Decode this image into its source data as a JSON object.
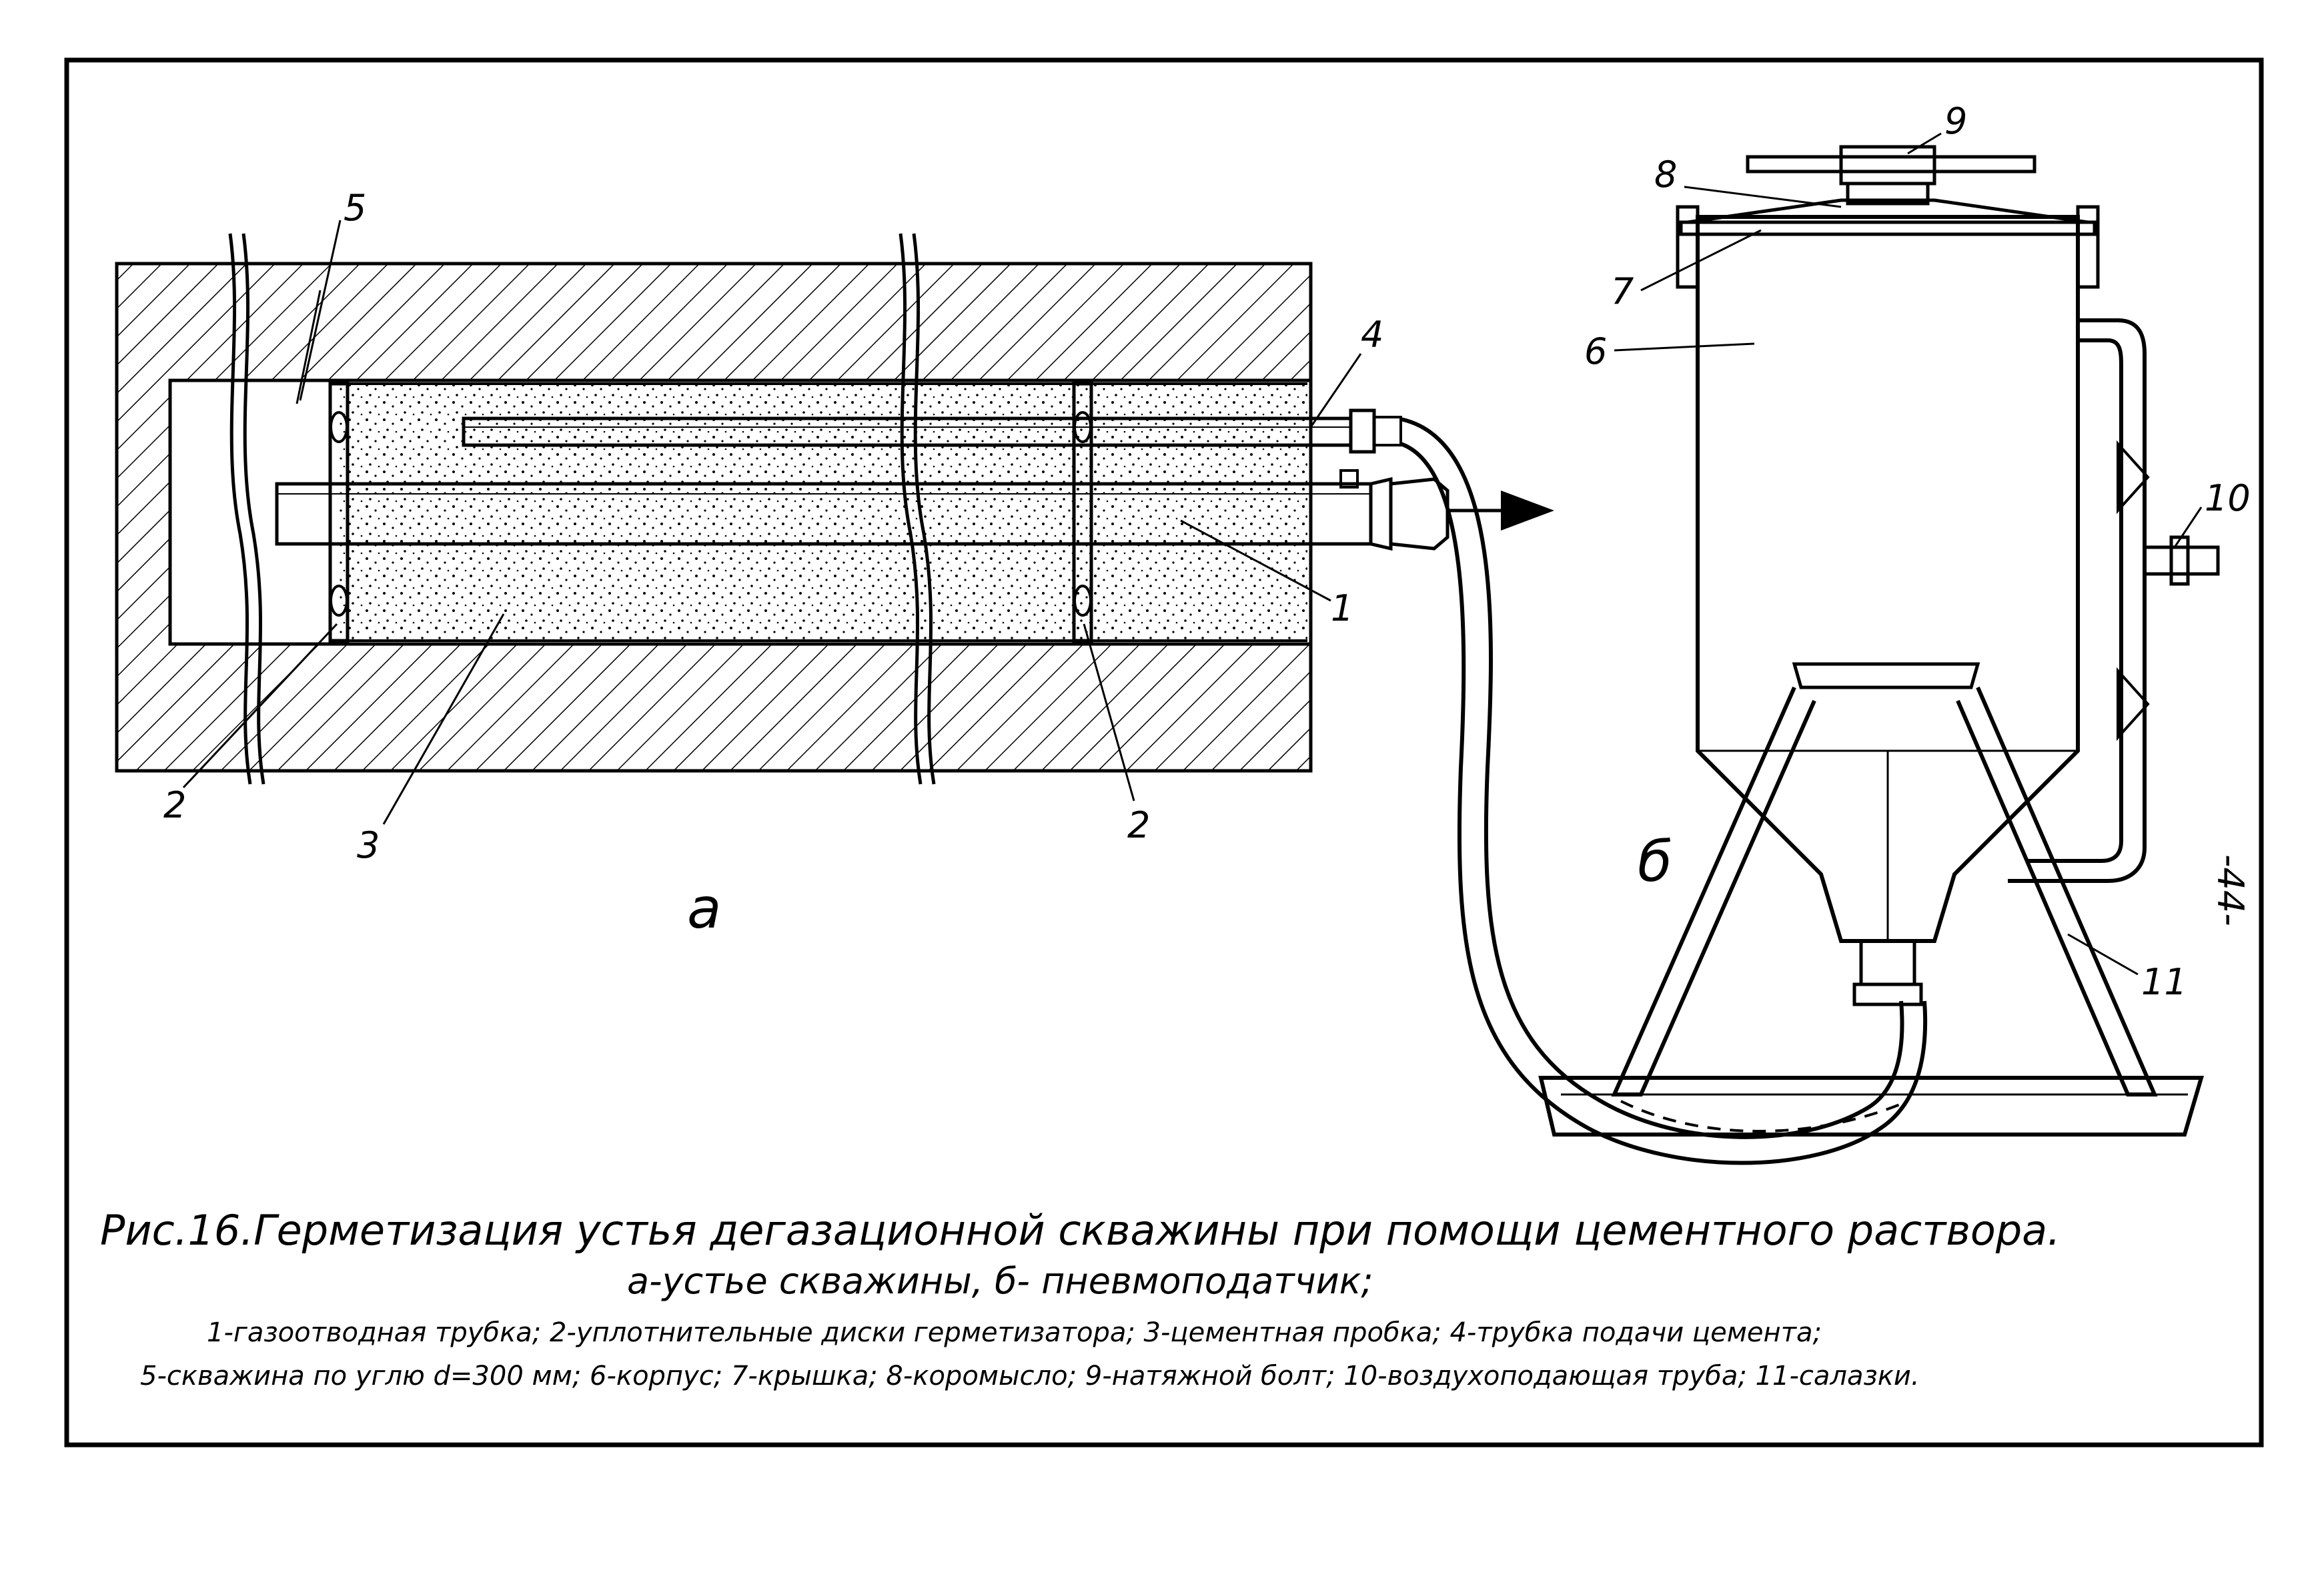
{
  "labels": {
    "n1": "1",
    "n2a": "2",
    "n2b": "2",
    "n3": "3",
    "n4": "4",
    "n5": "5",
    "n6": "6",
    "n7": "7",
    "n8": "8",
    "n9": "9",
    "n10": "10",
    "n11": "11"
  },
  "subfig": {
    "a": "а",
    "b": "б"
  },
  "page_number": "-44-",
  "caption": {
    "title": "Рис.16.Герметизация устья дегазационной скважины при помощи цементного раствора.",
    "subtitle": "а-устье скважины, б- пневмоподатчик;",
    "legend_line1": "1-газоотводная трубка; 2-уплотнительные диски герметизатора; 3-цементная пробка; 4-трубка подачи цемента;",
    "legend_line2": "5-скважина по углю d=300 мм; 6-корпус; 7-крышка; 8-коромысло; 9-натяжной болт; 10-воздухоподающая труба; 11-салазки."
  }
}
